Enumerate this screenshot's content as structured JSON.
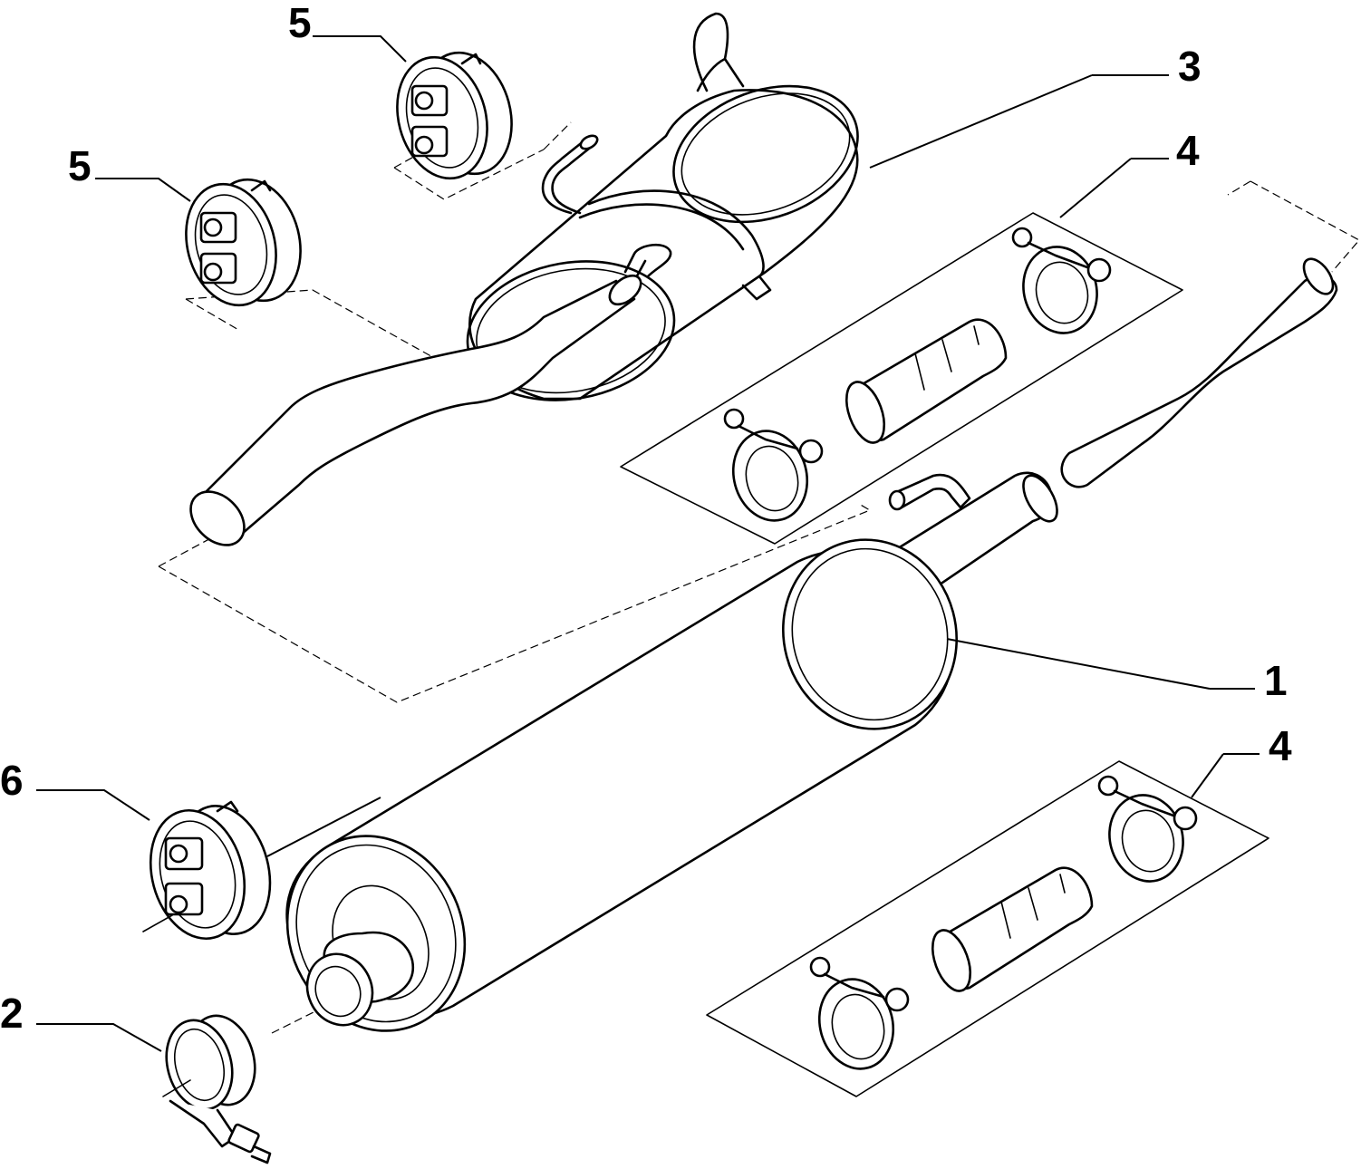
{
  "callouts": {
    "c1": "1",
    "c2": "2",
    "c3": "3",
    "c4a": "4",
    "c4b": "4",
    "c5a": "5",
    "c5b": "5",
    "c6": "6"
  }
}
